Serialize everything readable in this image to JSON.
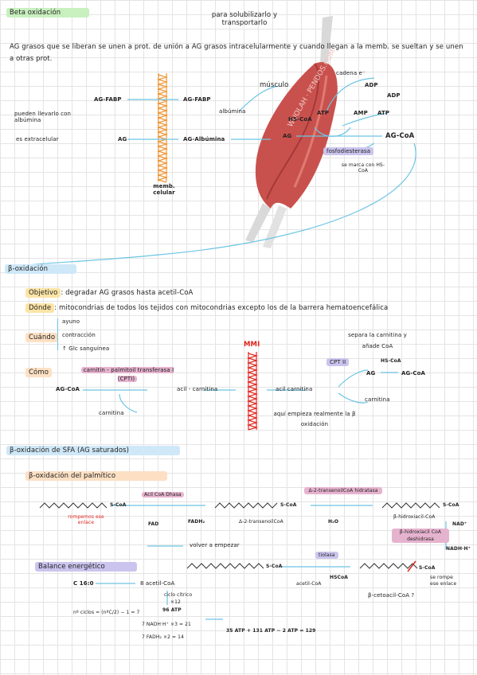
{
  "title": "Beta oxidación",
  "intro": {
    "note": "para solubilizarlo y transportarlo",
    "bullet": "AG grasos que se liberan se unen a prot. de unión a AG grasos intracelularmente y cuando llegan a la memb. se sueltan y se unen a otras prot."
  },
  "transport": {
    "ag_fabp_left": "AG-FABP",
    "ag_fabp_right": "AG-FABP",
    "pueden_llevarlo": "pueden llevarlo con albúmina",
    "extracelular": "es extracelular",
    "ag": "AG",
    "ag_albumina": "AG-Albúmina",
    "membrana": "memb. celular",
    "musculo": "músculo",
    "albumina": "albúmina",
    "hs_coa": "HS-CoA",
    "atp": "ATP",
    "amp": "AMP",
    "atp2": "ATP",
    "adp": "ADP",
    "adp2": "ADP",
    "cadena": "cadena e⁻",
    "ag2": "AG",
    "ag_coa": "AG-CoA",
    "fosfodiesterasa": "fosfodiesterasa",
    "se_marca": "se marca con HS-CoA",
    "watermark": "WUOLAH · PENDOS.COM"
  },
  "beta": {
    "title": "β-oxidación",
    "objetivo_label": "Objetivo",
    "objetivo": ": degradar AG grasos hasta acetil-CoA",
    "donde_label": "Dónde",
    "donde": ": mitocondrias de todos los tejidos con mitocondrias excepto los de la barrera hematoencefálica",
    "cuando_label": "Cuándo",
    "cuando_items": [
      "ayuno",
      "contracción",
      "↑ Glc sanguínea"
    ],
    "como_label": "Cómo",
    "mmi": "MMI",
    "cpt1": "carnitin - palmitoil transferasa I (CPTI)",
    "ag_coa": "AG-CoA",
    "carnitina_bottom": "carnitina",
    "acil_carnitina": "acil - carnitina",
    "acil_carnitina2": "acil carnitina",
    "cpt2": "CPT II",
    "separa": "separa la carnitina y añade CoA",
    "hs_coa": "HS-CoA",
    "ag": "AG",
    "ag_coa2": "AG-CoA",
    "carnitina_right": "carnitina",
    "aqui": "aquí empieza realmente la β oxidación"
  },
  "sfa": {
    "title": "β-oxidación de SFA (AG saturados)",
    "palmitico": "β-oxidación del palmítico",
    "s_coa": "S-CoA",
    "rompemos": "rompemos ese enlace",
    "acil_coa_dhasa": "Acil CoA Dhasa",
    "fad": "FAD",
    "fadh2": "FADH₂",
    "trans_enoil": "Δ-2-transenoilCoA",
    "hidratasa": "Δ-2-transenoilCoA hidratasa",
    "h2o": "H₂O",
    "hidroxiacil": "β-hidroxiacil-CoA",
    "dhasa2": "β-hidroxiacil CoA deshidrasa",
    "nad": "NAD⁺",
    "nadh": "NADH·H⁺",
    "tiolasa": "tiolasa",
    "hs_coa": "HSCoA",
    "acetil_coa": "acetil-CoA",
    "se_rompe": "se rompe ese enlace",
    "cetoacil": "β-cetoacil-CoA ?",
    "volver": "volver a empezar",
    "balance_title": "Balance energético",
    "c16": "C 16:0",
    "acetil8": "8 acetil-CoA",
    "ciclo": "ciclo cítrico",
    "x12": "×12",
    "atp96": "96 ATP",
    "ciclos": "nº ciclos = (nºC/2) − 1 = 7",
    "nadh_line": "7 NADH·H⁺ ×3 = 21",
    "fadh_line": "7 FADH₂ ×2 = 14",
    "total": "35 ATP + 131 ATP − 2 ATP = 129"
  }
}
